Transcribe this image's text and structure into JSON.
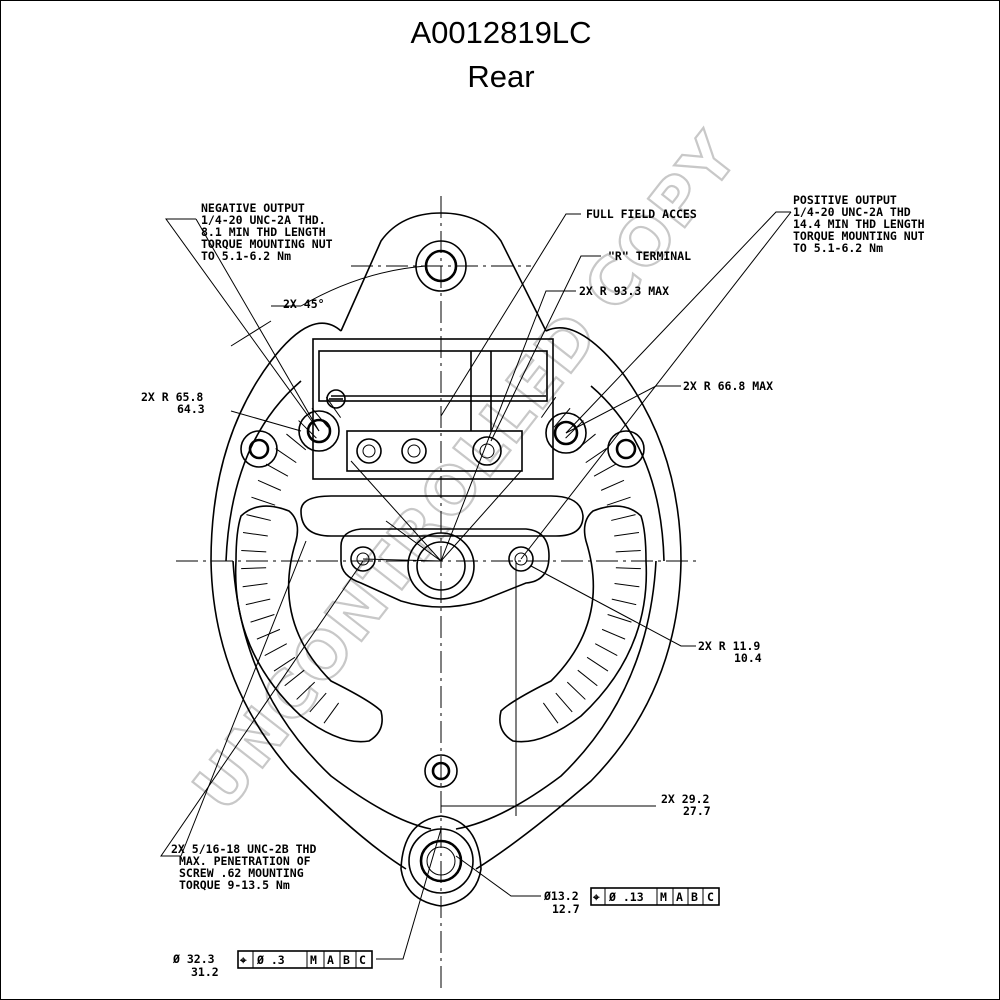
{
  "title": "A0012819LC",
  "subtitle": "Rear",
  "watermark": "UNCONTROLLED COPY",
  "notes": {
    "negative_output": [
      "NEGATIVE OUTPUT",
      "1/4-20 UNC-2A THD.",
      "8.1 MIN THD LENGTH",
      "TORQUE MOUNTING NUT",
      "TO 5.1-6.2 Nm"
    ],
    "positive_output": [
      "POSITIVE OUTPUT",
      "1/4-20 UNC-2A THD",
      "14.4 MIN THD LENGTH",
      "TORQUE MOUNTING NUT",
      "TO 5.1-6.2 Nm"
    ],
    "full_field": "FULL FIELD ACCES",
    "r_terminal": "\"R\" TERMINAL",
    "r93": "2X R 93.3 MAX",
    "angle": "2X 45°",
    "r65": [
      "2X R 65.8",
      "64.3"
    ],
    "r66": "2X R 66.8 MAX",
    "r11": [
      "2X R 11.9",
      "10.4"
    ],
    "d29": [
      "2X 29.2",
      "27.7"
    ],
    "screw": [
      "2X 5/16-18 UNC-2B THD",
      "MAX. PENETRATION OF",
      "SCREW .62 MOUNTING",
      "TORQUE 9-13.5 Nm"
    ],
    "d13": [
      "Ø13.2",
      "12.7"
    ],
    "d32": [
      "Ø 32.3",
      "31.2"
    ]
  },
  "fcf_small": [
    "⌖",
    "Ø .13",
    "M",
    "A",
    "B",
    "C"
  ],
  "fcf_large": [
    "⌖",
    "Ø .3",
    "M",
    "A",
    "B",
    "C"
  ]
}
